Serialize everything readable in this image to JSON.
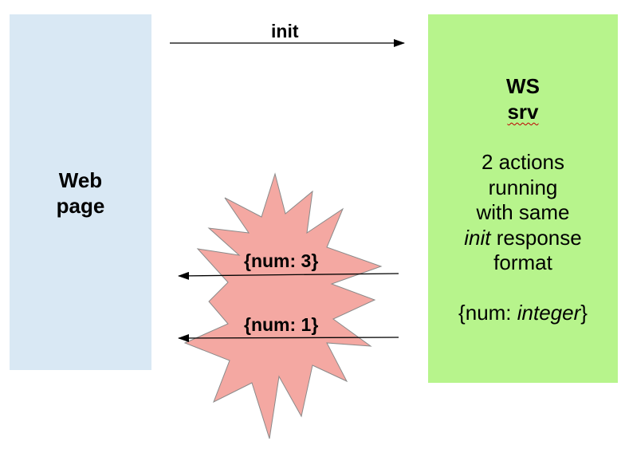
{
  "web_page": {
    "line1": "Web",
    "line2": "page"
  },
  "ws_srv": {
    "line1": "WS",
    "line2": "srv",
    "desc": {
      "line1": "2 actions",
      "line2": "running",
      "line3": "with same",
      "line4_italic": "init",
      "line4_rest": " response",
      "line5": "format",
      "line6_prefix": "{num: ",
      "line6_italic": "integer",
      "line6_suffix": "}"
    }
  },
  "arrows": {
    "init": "init",
    "msg3": "{num: 3}",
    "msg1": "{num: 1}"
  },
  "colors": {
    "web_box": "#d9e8f4",
    "srv_box": "#b7f48c",
    "burst": "#f4a8a2"
  }
}
